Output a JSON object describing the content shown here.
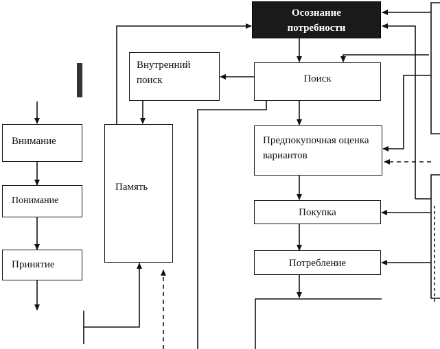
{
  "nodes": {
    "need": "Осознание потребности",
    "search": "Поиск",
    "internal_search": "Внутренний поиск",
    "evaluation": "Предпокупочная оценка вариантов",
    "purchase": "Покупка",
    "consumption": "Потребление",
    "memory": "Память",
    "attention": "Внимание",
    "comprehension": "Понимание",
    "acceptance": "Принятие"
  }
}
